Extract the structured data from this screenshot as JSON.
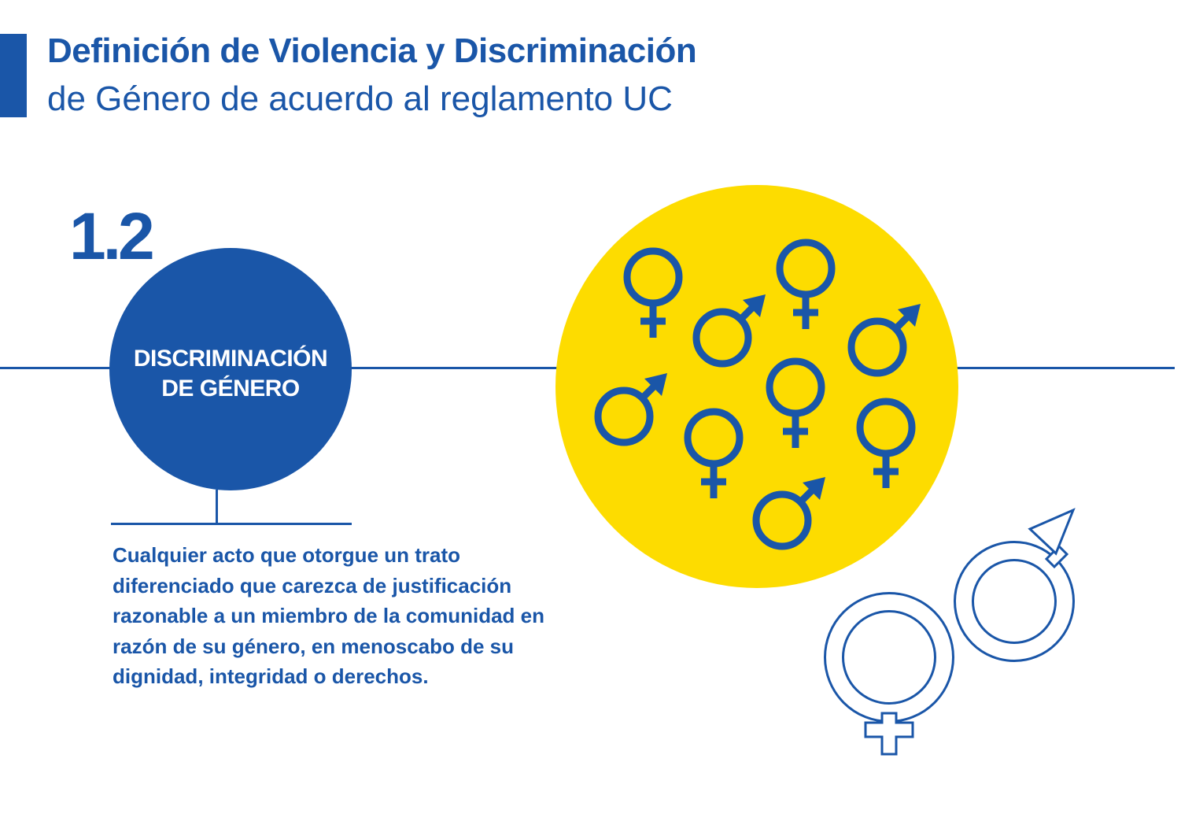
{
  "header": {
    "title_bold": "Definición de Violencia y Discriminación",
    "title_regular": "de Género de acuerdo al reglamento UC"
  },
  "section": {
    "number": "1.2",
    "label_line1": "DISCRIMINACIÓN",
    "label_line2": "DE GÉNERO",
    "description": "Cualquier acto que otorgue un trato diferenciado que carezca de justificación razonable a un miembro de la comunidad en razón de su género, en menoscabo de su dignidad, integridad o derechos."
  },
  "colors": {
    "primary_blue": "#1a56a8",
    "yellow": "#fddc00",
    "white": "#ffffff"
  },
  "icons": [
    "female-symbol-icon",
    "male-symbol-icon"
  ]
}
